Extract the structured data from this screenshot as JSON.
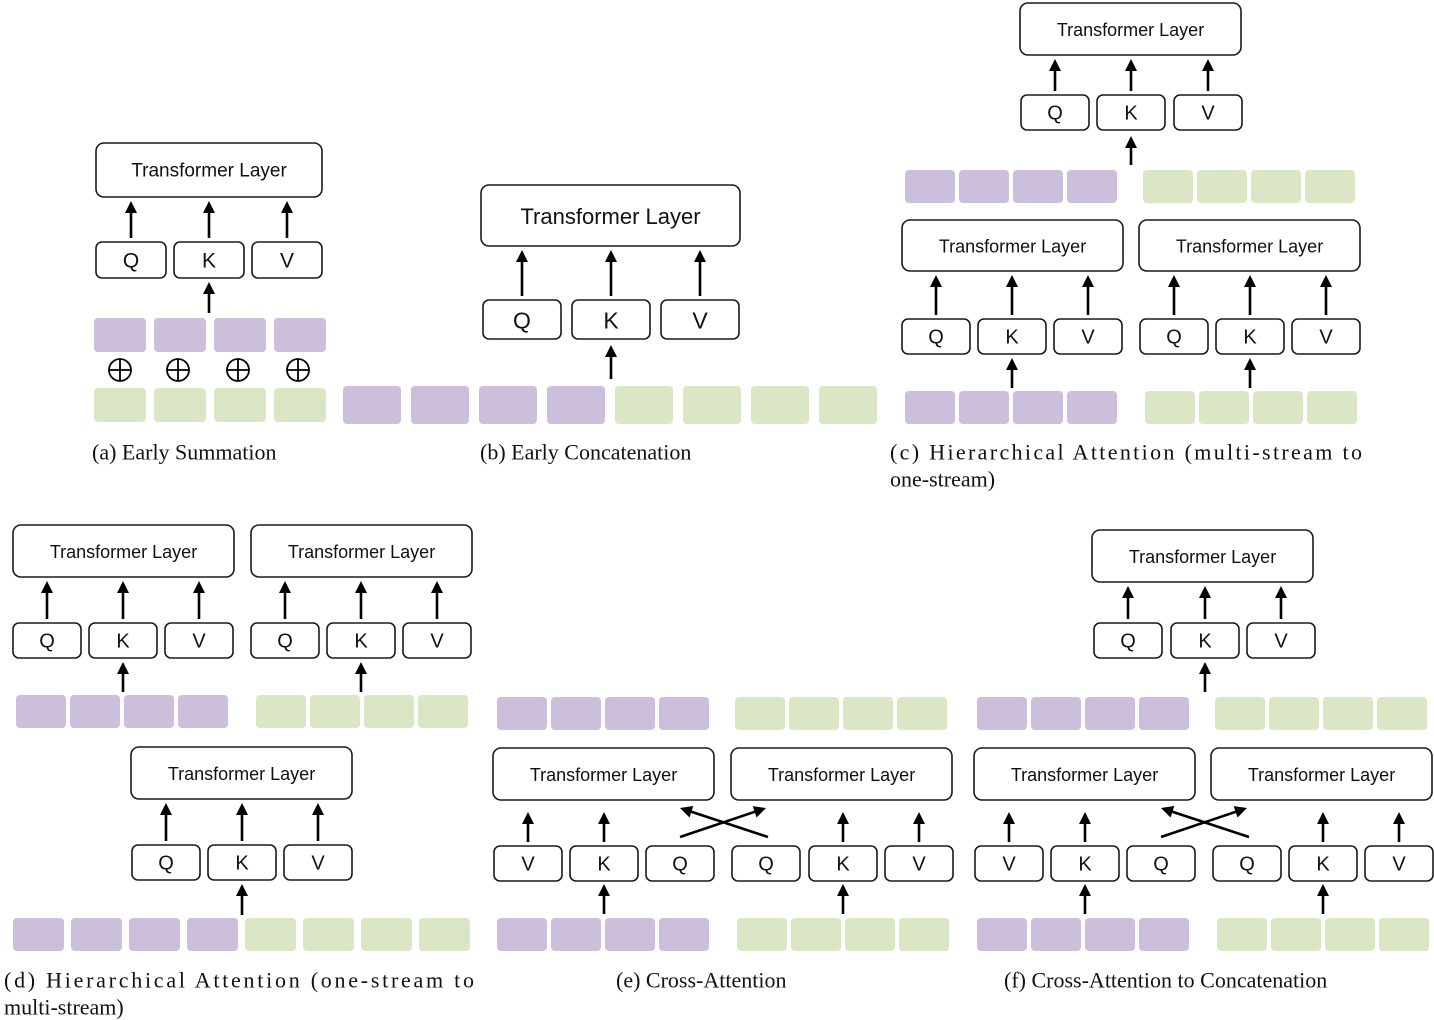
{
  "colors": {
    "purple_token": "#cbbfdc",
    "green_token": "#dae6c4"
  },
  "labels": {
    "transformer_layer": "Transformer Layer",
    "q": "Q",
    "k": "K",
    "v": "V",
    "sum_symbol": "⊕"
  },
  "captions": {
    "a": [
      "(a)  Early Summation"
    ],
    "b": [
      "(b)  Early Concatenation"
    ],
    "c": [
      "(c)  Hierarchical  Attention  (multi-stream  to",
      "one-stream)"
    ],
    "d": [
      "(d)  Hierarchical  Attention  (one-stream  to",
      "multi-stream)"
    ],
    "e": [
      "(e)  Cross-Attention"
    ],
    "f": [
      "(f)  Cross-Attention to Concatenation"
    ]
  }
}
